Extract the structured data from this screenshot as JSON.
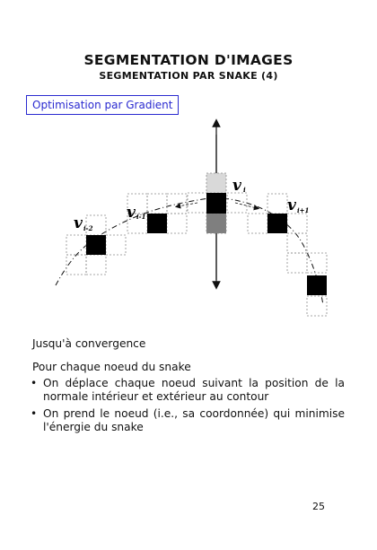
{
  "header": {
    "title": "SEGMENTATION D'IMAGES",
    "subtitle": "SEGMENTATION PAR SNAKE (4)"
  },
  "section": {
    "label": "Optimisation par Gradient"
  },
  "diagram": {
    "labels": {
      "v_i": "v",
      "v_i_sub": "i",
      "v_im1": "v",
      "v_im1_sub": "i-1",
      "v_im2": "v",
      "v_im2_sub": "i-2",
      "v_ip1": "v",
      "v_ip1_sub": "i+1"
    },
    "colors": {
      "node": "#000000",
      "candidate_light": "#d9d9d9",
      "candidate_dark": "#7f7f7f",
      "grid": "#8a8a8a",
      "accent": "#2a2ad0"
    }
  },
  "content": {
    "line1": "Jusqu'à convergence",
    "line2": "Pour chaque noeud du snake",
    "bullets": [
      "On déplace chaque noeud suivant la position de la normale intérieur et extérieur au contour",
      "On prend le noeud (i.e., sa coordonnée) qui minimise l'énergie du snake"
    ],
    "bullet_symbol": "•"
  },
  "footer": {
    "page_number": "25"
  }
}
